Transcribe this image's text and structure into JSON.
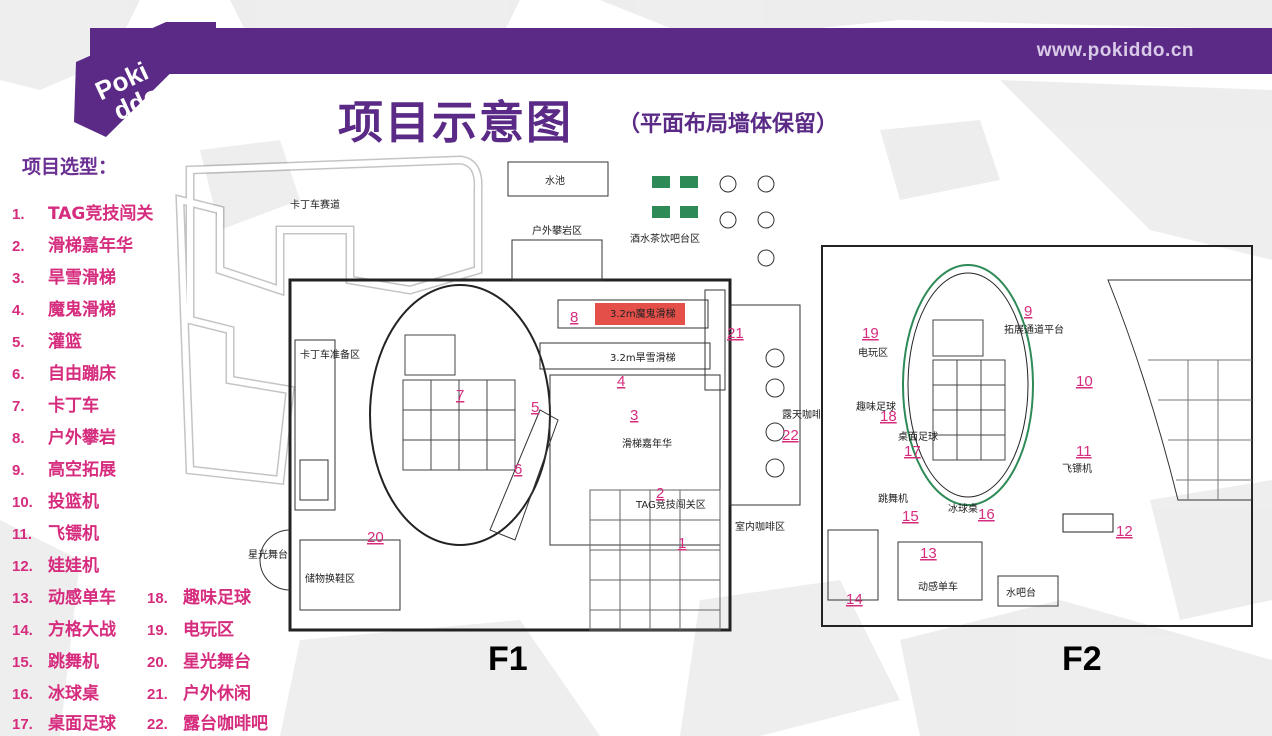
{
  "header": {
    "url": "www.pokiddo.cn",
    "logo_text_1": "Poki",
    "logo_text_2": "ddo",
    "title": "项目示意图",
    "subtitle": "（平面布局墙体保留）"
  },
  "colors": {
    "purple": "#5a2a86",
    "pink": "#d62c7e",
    "slide_red": "#e0302a",
    "green_outline": "#2e8b57"
  },
  "list": {
    "heading": "项目选型：",
    "items": [
      {
        "num": "1.",
        "name": "TAG竞技闯关"
      },
      {
        "num": "2.",
        "name": "滑梯嘉年华"
      },
      {
        "num": "3.",
        "name": "旱雪滑梯"
      },
      {
        "num": "4.",
        "name": "魔鬼滑梯"
      },
      {
        "num": "5.",
        "name": "灌篮"
      },
      {
        "num": "6.",
        "name": "自由蹦床"
      },
      {
        "num": "7.",
        "name": "卡丁车"
      },
      {
        "num": "8.",
        "name": "户外攀岩"
      },
      {
        "num": "9.",
        "name": "高空拓展"
      },
      {
        "num": "10.",
        "name": "投篮机"
      },
      {
        "num": "11.",
        "name": "飞镖机"
      },
      {
        "num": "12.",
        "name": "娃娃机"
      },
      {
        "num": "13.",
        "name": "动感单车"
      },
      {
        "num": "14.",
        "name": "方格大战"
      },
      {
        "num": "15.",
        "name": "跳舞机"
      },
      {
        "num": "16.",
        "name": "冰球桌"
      },
      {
        "num": "17.",
        "name": "桌面足球"
      }
    ],
    "items_col2": [
      {
        "num": "18.",
        "name": "趣味足球"
      },
      {
        "num": "19.",
        "name": "电玩区"
      },
      {
        "num": "20.",
        "name": "星光舞台"
      },
      {
        "num": "21.",
        "name": "户外休闲"
      },
      {
        "num": "22.",
        "name": "露台咖啡吧"
      }
    ]
  },
  "floors": {
    "f1": "F1",
    "f2": "F2"
  },
  "plan_labels": {
    "pool": "水池",
    "kart_track": "卡丁车赛道",
    "kart_prep": "卡丁车准备区",
    "climb": "户外攀岩区",
    "tea_bar": "酒水茶饮吧台区",
    "devil_slide": "3.2m魔鬼滑梯",
    "snow_slide": "3.2m旱雪滑梯",
    "slide_carnival": "滑梯嘉年华",
    "tag_zone": "TAG竞技闯关区",
    "terrace_cafe": "露天咖啡区",
    "indoor_cafe": "室内咖啡区",
    "storage": "储物换鞋区",
    "game_zone": "电玩区",
    "expansion": "拓展通道平台",
    "fun_soccer": "趣味足球",
    "table_soccer": "桌面足球",
    "dance": "跳舞机",
    "hockey": "冰球桌",
    "spin_bike": "动感单车",
    "water_bar": "水吧台",
    "dart": "飞镖机",
    "star": "星光舞台"
  },
  "markers_f1": [
    "1",
    "2",
    "3",
    "4",
    "5",
    "6",
    "7",
    "8",
    "20",
    "21",
    "22"
  ],
  "markers_f2": [
    "9",
    "10",
    "11",
    "12",
    "13",
    "14",
    "15",
    "16",
    "17",
    "18",
    "19"
  ]
}
